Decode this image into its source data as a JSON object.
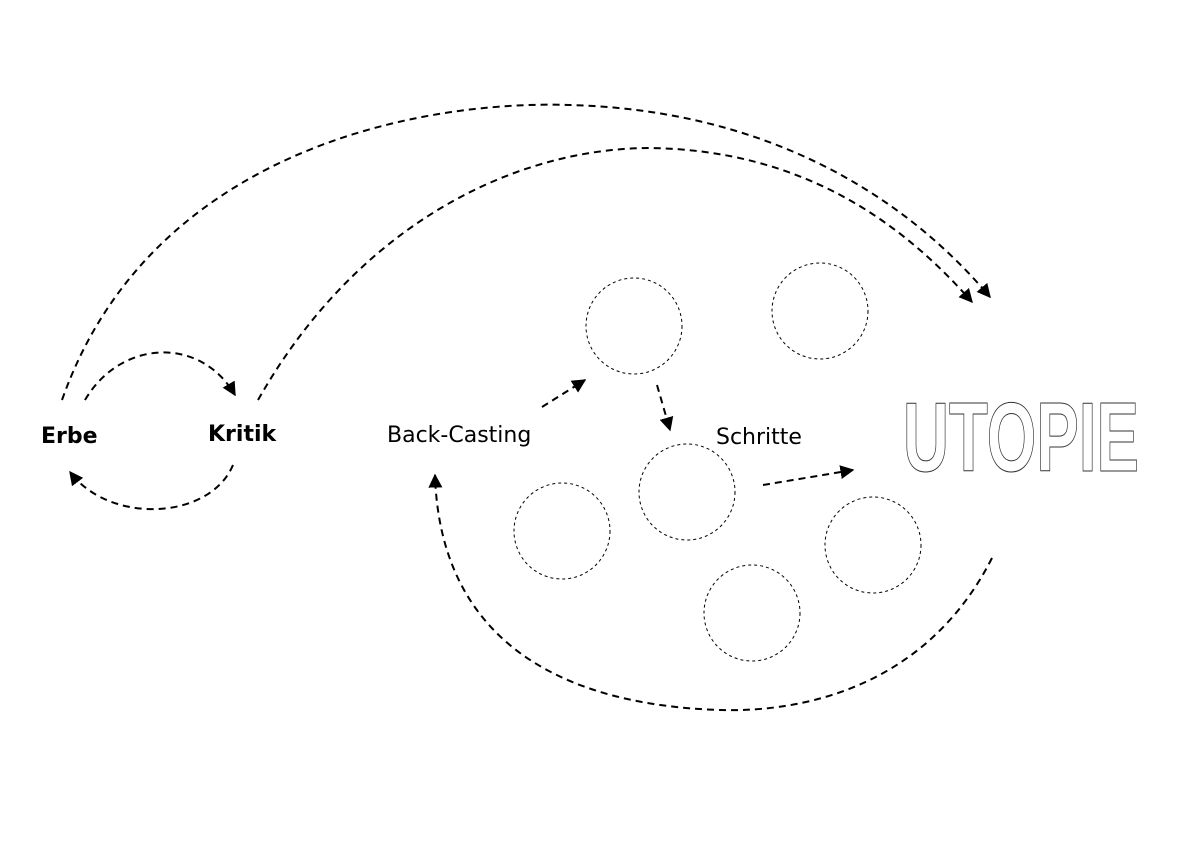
{
  "labels": {
    "erbe": "Erbe",
    "kritik": "Kritik",
    "back_casting": "Back-Casting",
    "schritte": "Schritte",
    "utopie": "UTOPIE"
  },
  "colors": {
    "stroke": "#000000",
    "background": "#ffffff"
  }
}
